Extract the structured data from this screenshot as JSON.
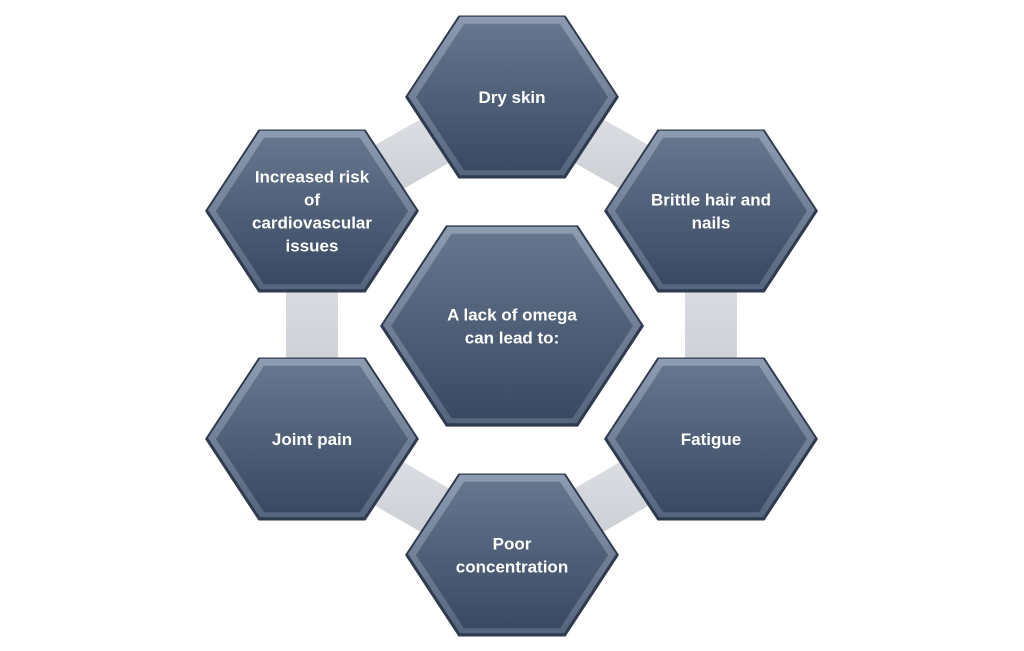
{
  "center": {
    "label": "A lack of omega can lead to:",
    "lines": [
      "A lack of omega",
      "can lead to:"
    ]
  },
  "hexagons": [
    {
      "id": "dry-skin",
      "label": "Dry skin",
      "lines": [
        "Dry skin"
      ]
    },
    {
      "id": "brittle-hair-and-nails",
      "label": "Brittle hair and nails",
      "lines": [
        "Brittle hair and",
        "nails"
      ]
    },
    {
      "id": "fatigue",
      "label": "Fatigue",
      "lines": [
        "Fatigue"
      ]
    },
    {
      "id": "poor-concentration",
      "label": "Poor concentration",
      "lines": [
        "Poor",
        "concentration"
      ]
    },
    {
      "id": "joint-pain",
      "label": "Joint pain",
      "lines": [
        "Joint pain"
      ]
    },
    {
      "id": "increased-risk-of-cardiovascular-issues",
      "label": "Increased risk of cardiovascular issues",
      "lines": [
        "Increased risk",
        "of",
        "cardiovascular",
        "issues"
      ]
    }
  ],
  "colors": {
    "hex_fill_top": "#5f6f88",
    "hex_fill_bottom": "#3c4b64",
    "hex_edge": "#2e3a4e",
    "connector": "#d2d5da",
    "text": "#ffffff"
  }
}
